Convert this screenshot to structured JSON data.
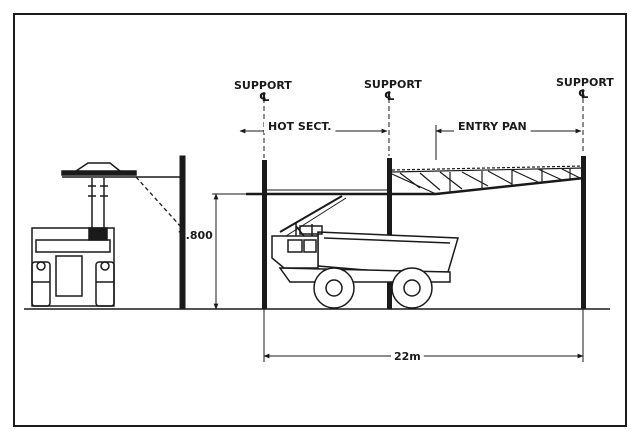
{
  "supports": [
    {
      "label": "SUPPORT",
      "symbol": "℄"
    },
    {
      "label": "SUPPORT",
      "symbol": "℄"
    },
    {
      "label": "SUPPORT",
      "symbol": "℄"
    }
  ],
  "sections": {
    "hot": "HOT SECT.",
    "entry": "ENTRY PAN"
  },
  "dimensions": {
    "height": "7.800",
    "span": "22m"
  },
  "colors": {
    "ink": "#1a1a1a",
    "paper": "#ffffff"
  }
}
